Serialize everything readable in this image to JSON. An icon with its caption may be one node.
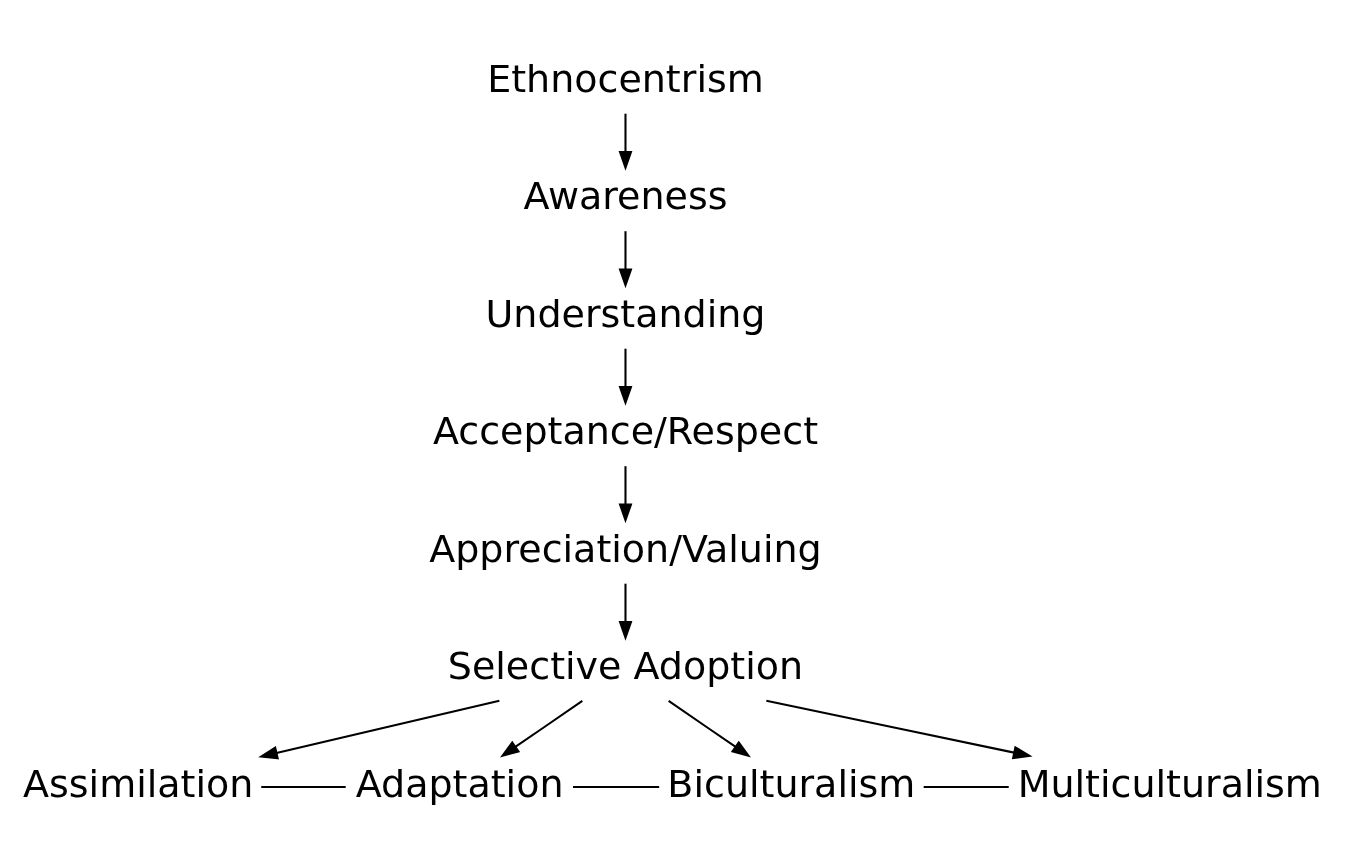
{
  "diagram": {
    "nodes": [
      {
        "text": [
          "Ethnocentrism"
        ]
      },
      {
        "text": [
          "Awareness"
        ]
      },
      {
        "text": [
          "Understanding"
        ]
      },
      {
        "text": [
          "Acceptance/Respect"
        ]
      },
      {
        "text": [
          "Appreciation/Valuing"
        ]
      },
      {
        "text": [
          "Selective Adoption"
        ]
      },
      {
        "text": [
          "Assimilation"
        ]
      },
      {
        "text": [
          "Adaptation"
        ]
      },
      {
        "text": [
          "Biculturalism"
        ]
      },
      {
        "text": [
          "Multiculturalism"
        ]
      }
    ],
    "edges": [
      {
        "from": 0,
        "to": 1,
        "arrow": "to"
      },
      {
        "from": 1,
        "to": 2,
        "arrow": "to"
      },
      {
        "from": 2,
        "to": 3,
        "arrow": "to"
      },
      {
        "from": 3,
        "to": 4,
        "arrow": "to"
      },
      {
        "from": 4,
        "to": 5,
        "arrow": "to"
      },
      {
        "from": 5,
        "to": 6,
        "arrow": "to"
      },
      {
        "from": 5,
        "to": 7,
        "arrow": "to"
      },
      {
        "from": 5,
        "to": 8,
        "arrow": "to"
      },
      {
        "from": 5,
        "to": 9,
        "arrow": "to"
      },
      {
        "from": 6,
        "to": 7,
        "arrow": "none"
      },
      {
        "from": 7,
        "to": 8,
        "arrow": "none"
      },
      {
        "from": 8,
        "to": 9,
        "arrow": "none"
      }
    ]
  }
}
